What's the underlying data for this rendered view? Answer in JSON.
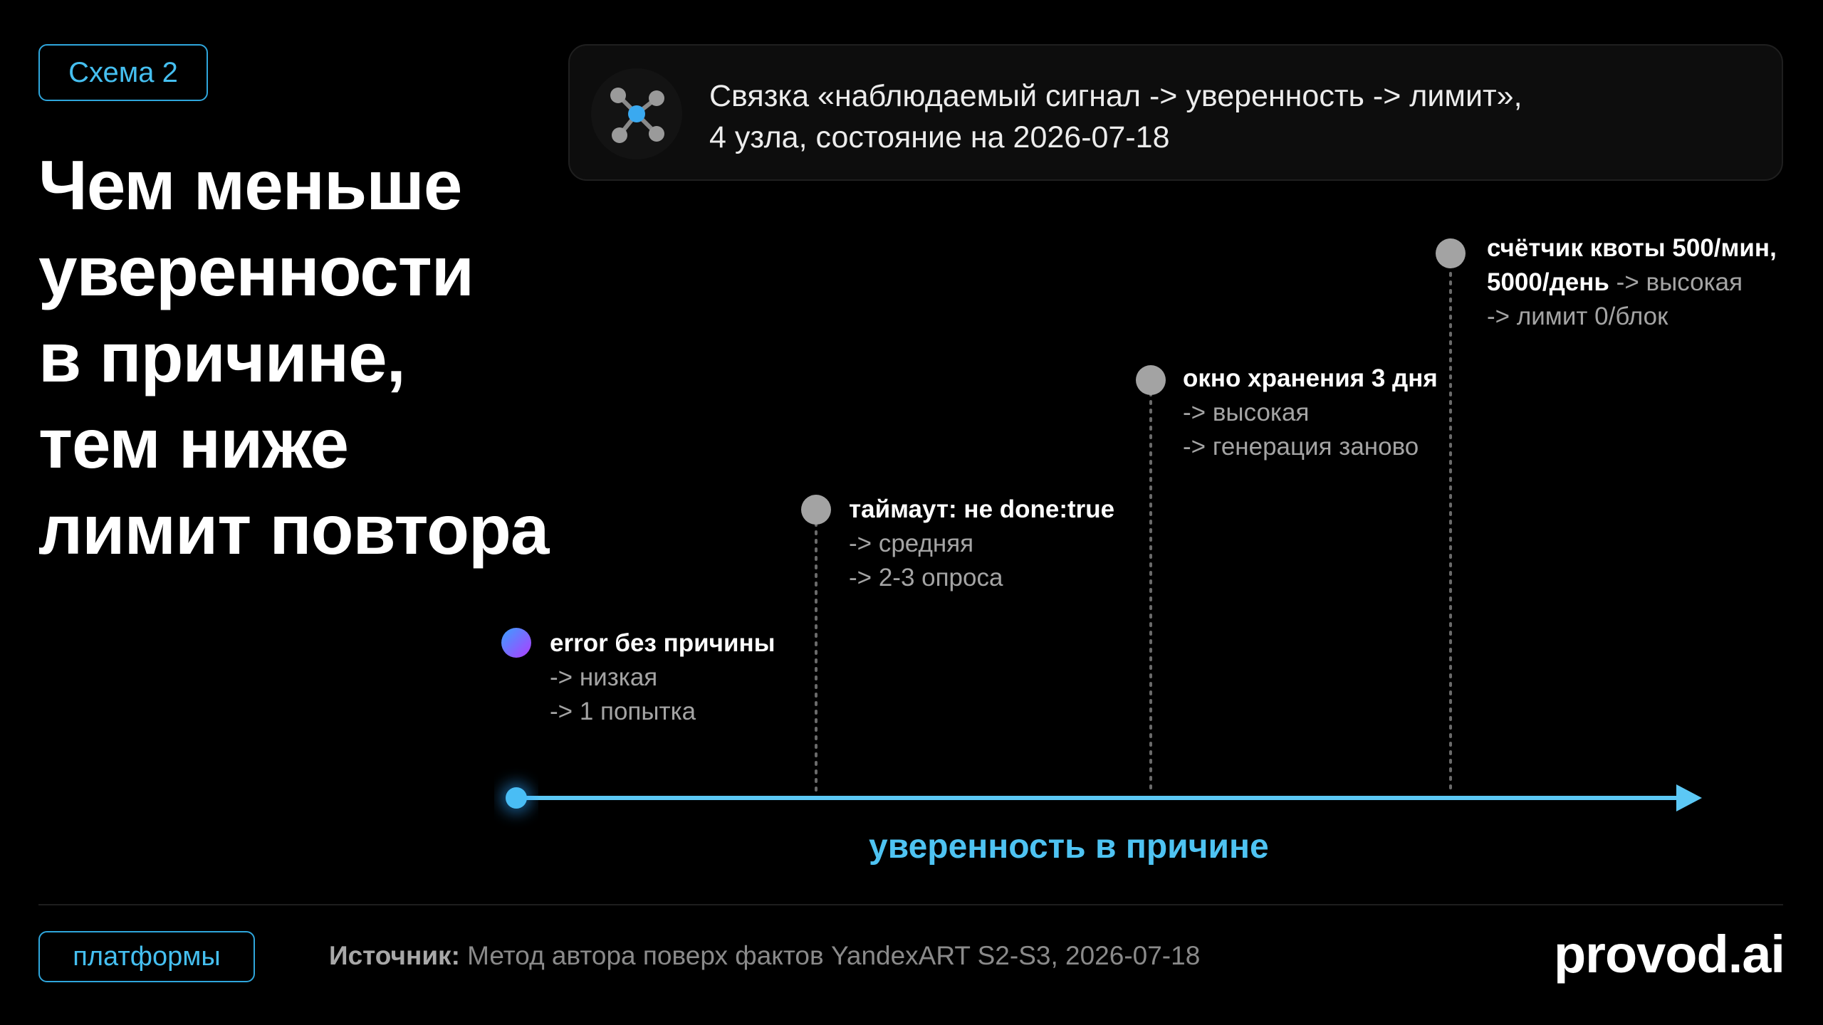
{
  "badges": {
    "top": "Схема 2",
    "bottom": "платформы"
  },
  "headline": {
    "lines": [
      "Чем меньше",
      "уверенности",
      "в причине,",
      "тем ниже",
      "лимит повтора"
    ]
  },
  "info_card": {
    "icon": "network-nodes-icon",
    "line1": "Связка «наблюдаемый сигнал -> уверенность -> лимит»,",
    "line2": "4 узла, состояние на 2026-07-18"
  },
  "nodes": [
    {
      "line1": "error без причины",
      "line2": "-> низкая",
      "line3": "-> 1 попытка"
    },
    {
      "line1": "таймаут: не done:true",
      "line2": "-> средняя",
      "line3": "-> 2-3 опроса"
    },
    {
      "line1": "окно хранения 3 дня",
      "line2": "-> высокая",
      "line3": "-> генерация заново"
    },
    {
      "line1": "счётчик квоты 500/мин,",
      "line2a": "5000/день",
      "line2b": " -> высокая",
      "line3": "-> лимит 0/блок"
    }
  ],
  "axis": {
    "label": "уверенность в причине"
  },
  "footer": {
    "source_label": "Источник:",
    "source_text": " Метод автора поверх фактов YandexART S2-S3, 2026-07-18",
    "brand": "provod.ai"
  },
  "colors": {
    "accent": "#45bff0",
    "axis": "#4ec3f2",
    "node_gray": "#a3a3a3",
    "node_first_gradient": [
      "#3aa0ff",
      "#b03cff"
    ]
  }
}
